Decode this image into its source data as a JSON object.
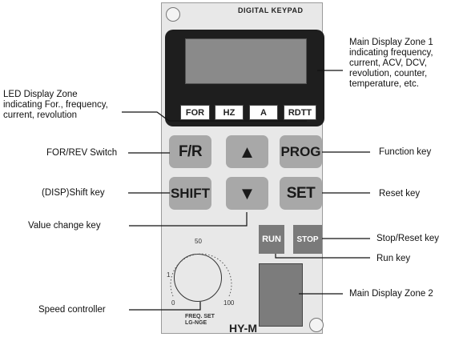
{
  "panel": {
    "title": "DIGITAL KEYPAD",
    "led_labels": [
      "FOR",
      "HZ",
      "A",
      "RDTT"
    ],
    "keys": {
      "f_r": "F/R",
      "up": "▲",
      "prog": "PROG",
      "shift": "SHIFT",
      "down": "▼",
      "set": "SET",
      "run": "RUN",
      "stop": "STOP"
    },
    "dial": {
      "top": "50",
      "left": "1",
      "bottom_left": "0",
      "bottom_right": "100"
    },
    "freq_set_line1": "FREQ. SET",
    "freq_set_line2": "LG-NGE",
    "model": "HY-M"
  },
  "callouts": {
    "main_display_1": "Main Display Zone 1\nindicating frequency,\ncurrent, ACV, DCV,\nrevolution, counter,\ntemperature, etc.",
    "led_display": "LED Display Zone\nindicating For., frequency,\ncurrent, revolution",
    "for_rev": "FOR/REV Switch",
    "function_key": "Function key",
    "shift_key": "(DISP)Shift key",
    "reset_key": "Reset key",
    "value_change": "Value change key",
    "stop_reset": "Stop/Reset  key",
    "run_key": "Run key",
    "main_display_2": "Main Display Zone 2",
    "speed_controller": "Speed controller"
  },
  "colors": {
    "panel": "#e8e8e8",
    "bezel": "#1e1e1e",
    "screen": "#8a8a8a",
    "key": "#a8a8a8",
    "run_stop": "#7a7a7a"
  }
}
